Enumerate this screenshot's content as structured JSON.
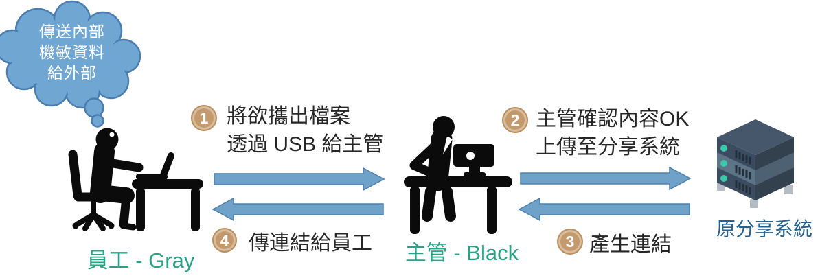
{
  "thought_bubble": {
    "lines": [
      "傳送內部",
      "機敏資料",
      "給外部"
    ]
  },
  "steps": [
    {
      "number": "1",
      "lines": [
        "將欲攜出檔案",
        "透過 USB 給主管"
      ]
    },
    {
      "number": "2",
      "lines": [
        "主管確認內容OK",
        "上傳至分享系統"
      ]
    },
    {
      "number": "3",
      "lines": [
        "產生連結"
      ]
    },
    {
      "number": "4",
      "lines": [
        "傳連結給員工"
      ]
    }
  ],
  "actors": [
    {
      "id": "employee",
      "label": "員工 - Gray",
      "icon": "person-at-desk-with-laptop-icon"
    },
    {
      "id": "manager",
      "label": "主管 - Black",
      "icon": "person-at-desk-with-monitor-icon"
    },
    {
      "id": "server",
      "label": "原分享系統",
      "icon": "server-rack-icon"
    }
  ],
  "colors": {
    "arrow": "#6FA2C8",
    "arrow_border": "#4E7FA7",
    "badge": "#C49A6C",
    "badge_border": "#B98F60",
    "cloud_fill": "#6FA6D2",
    "cloud_border": "#4A7DAE",
    "teal": "#2BA287",
    "server_blue": "#27618F",
    "ink": "#0B0B0B",
    "step_text": "#262626",
    "server_dark": "#3C4C60",
    "server_mid": "#5D7486",
    "server_led": "#3BC7A9"
  }
}
